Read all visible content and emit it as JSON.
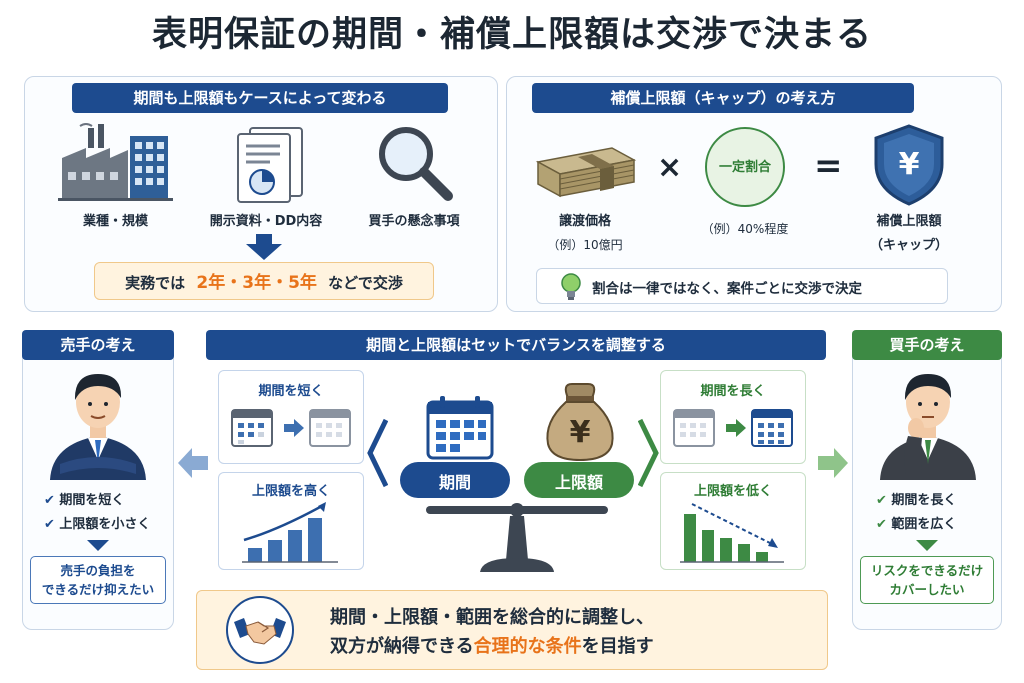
{
  "title": "表明保証の期間・補償上限額は交渉で決まる",
  "left_panel": {
    "header": "期間も上限額もケースによって変わる",
    "items": [
      "業種・規模",
      "開示資料・DD内容",
      "買手の懸念事項"
    ],
    "result_prefix": "実務では",
    "result_highlight": "2年・3年・5年",
    "result_suffix": "などで交渉"
  },
  "right_panel": {
    "header": "補償上限額（キャップ）の考え方",
    "operand1_label": "譲渡価格",
    "operand1_example": "（例）10億円",
    "times": "×",
    "operand2_label": "一定割合",
    "operand2_example": "（例）40%程度",
    "equals": "=",
    "yen": "¥",
    "result_line1": "補償上限額",
    "result_line2": "（キャップ）",
    "tip": "割合は一律ではなく、案件ごとに交渉で決定"
  },
  "seller": {
    "header": "売手の考え",
    "checks": [
      "期間を短く",
      "上限額を小さく"
    ],
    "goal_line1": "売手の負担を",
    "goal_line2": "できるだけ抑えたい"
  },
  "buyer": {
    "header": "買手の考え",
    "checks": [
      "期間を長く",
      "範囲を広く"
    ],
    "goal_line1": "リスクをできるだけ",
    "goal_line2": "カバーしたい"
  },
  "center": {
    "header": "期間と上限額はセットでバランスを調整する",
    "left_top": "期間を短く",
    "left_bottom": "上限額を高く",
    "right_top": "期間を長く",
    "right_bottom": "上限額を低く",
    "scale_left": "期間",
    "scale_right": "上限額",
    "yen": "¥"
  },
  "bottom": {
    "line1": "期間・上限額・範囲を総合的に調整し、",
    "line2_prefix": "双方が納得できる",
    "line2_highlight": "合理的な条件",
    "line2_suffix": "を目指す"
  },
  "colors": {
    "navy": "#1d4b8f",
    "green": "#3d8a44",
    "orange": "#e8731a",
    "cream": "#fff3df"
  }
}
